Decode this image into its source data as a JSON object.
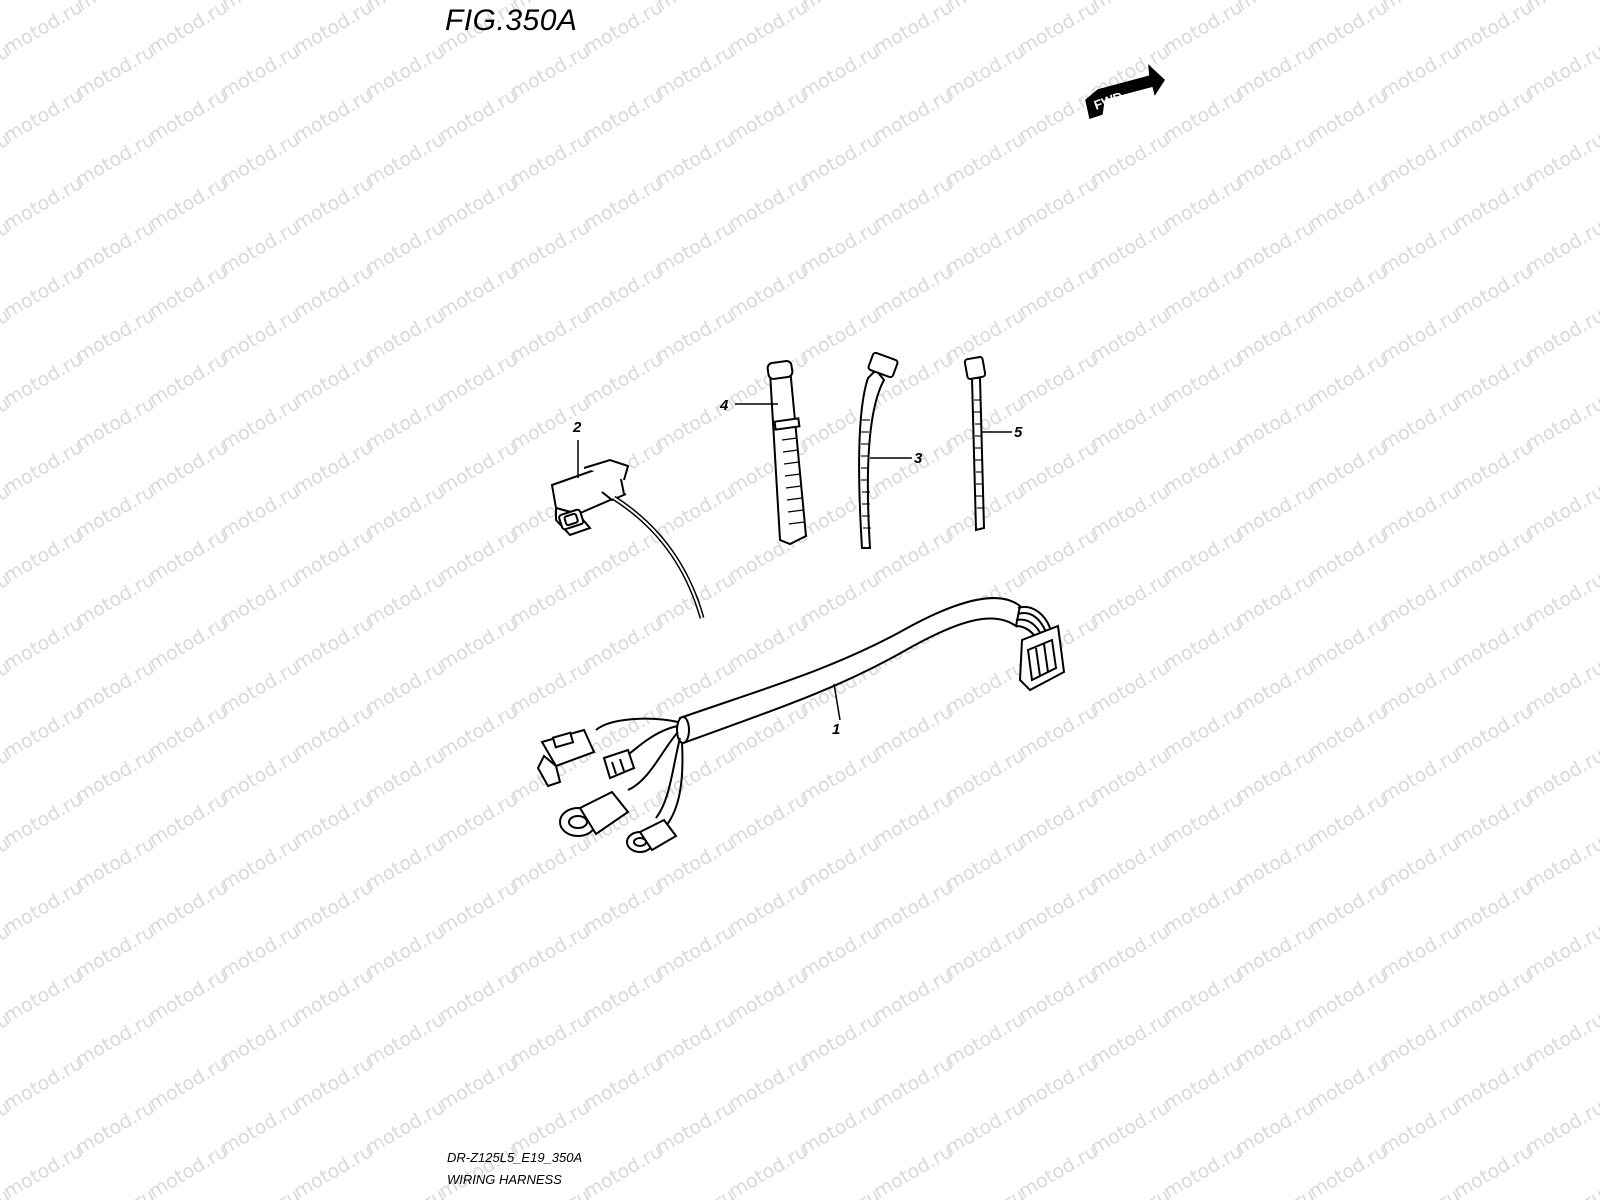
{
  "figure": {
    "title": "FIG.350A",
    "model_code": "DR-Z125L5_E19_350A",
    "name": "WIRING HARNESS"
  },
  "direction_marker": {
    "label": "FWD"
  },
  "watermark": {
    "text": "motod.ru"
  },
  "parts": [
    {
      "number": "1",
      "icon": "wiring-harness-icon"
    },
    {
      "number": "2",
      "icon": "connector-clip-icon"
    },
    {
      "number": "3",
      "icon": "cable-tie-icon"
    },
    {
      "number": "4",
      "icon": "clamp-band-icon"
    },
    {
      "number": "5",
      "icon": "cable-tie-icon"
    }
  ]
}
